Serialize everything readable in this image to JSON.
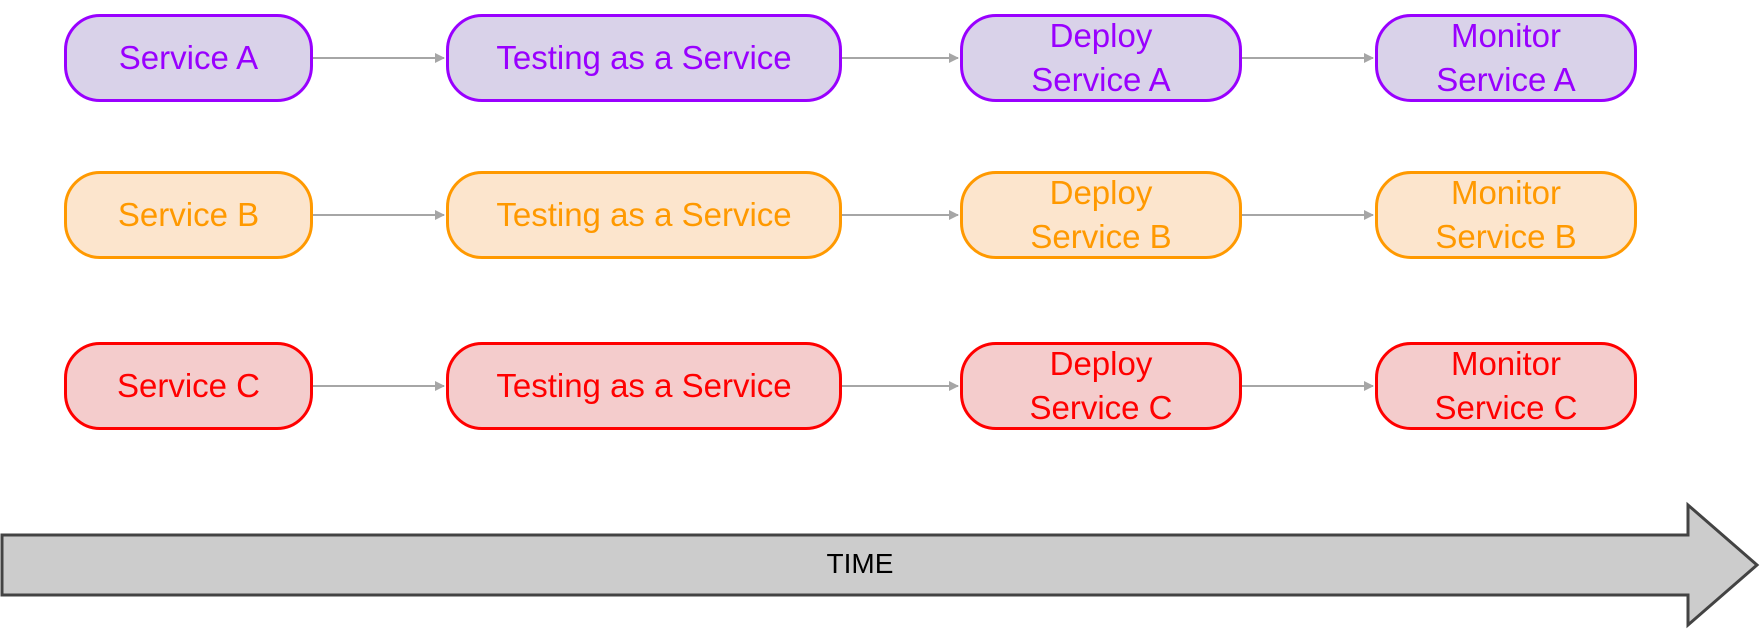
{
  "colors": {
    "service_a": {
      "border": "#9900ff",
      "fill": "#d9d2e9",
      "text": "#9900ff"
    },
    "service_b": {
      "border": "#ff9900",
      "fill": "#fce5cd",
      "text": "#ff9900"
    },
    "service_c": {
      "border": "#ff0000",
      "fill": "#f4cccc",
      "text": "#ff0000"
    },
    "connector": "#a6a6a6",
    "time_arrow_fill": "#cccccc",
    "time_arrow_border": "#434343"
  },
  "rows": [
    {
      "steps": [
        "Service A",
        "Testing as a Service",
        "Deploy\nService A",
        "Monitor\nService A"
      ]
    },
    {
      "steps": [
        "Service B",
        "Testing as a Service",
        "Deploy\nService B",
        "Monitor\nService B"
      ]
    },
    {
      "steps": [
        "Service C",
        "Testing as a Service",
        "Deploy\nService C",
        "Monitor\nService C"
      ]
    }
  ],
  "timeline": {
    "label": "TIME"
  }
}
